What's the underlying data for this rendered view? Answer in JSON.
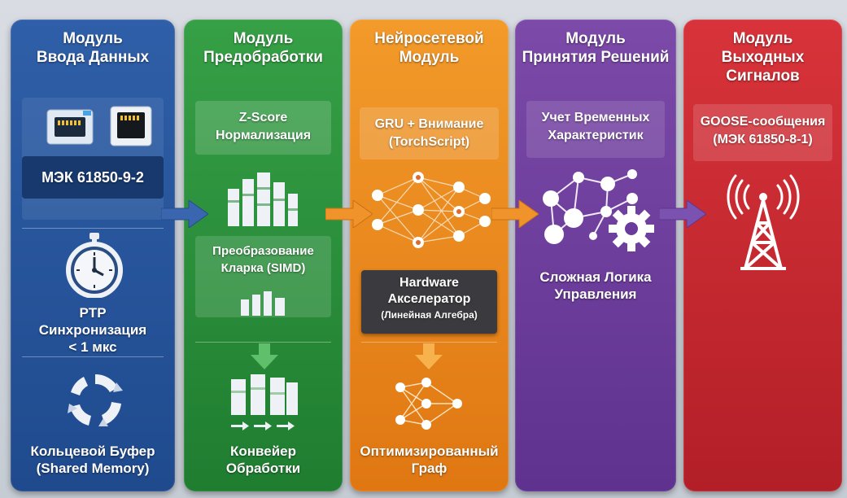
{
  "columns": [
    {
      "title_line1": "Модуль",
      "title_line2": "Ввода Данных",
      "color": "#2a5aa0"
    },
    {
      "title_line1": "Модуль",
      "title_line2": "Предобработки",
      "color": "#2f9a40"
    },
    {
      "title_line1": "Нейросетевой",
      "title_line2": "Модуль",
      "color": "#ef8c1f"
    },
    {
      "title_line1": "Модуль",
      "title_line2": "Принятия Решений",
      "color": "#6e3f9e"
    },
    {
      "title_line1": "Модуль",
      "title_line2": "Выходных Сигналов",
      "color": "#c8282f"
    }
  ],
  "input": {
    "protocol": "МЭК 61850-9-2",
    "ptp_line1": "PTP",
    "ptp_line2": "Синхронизация",
    "ptp_line3": "< 1 мкс",
    "buffer_line1": "Кольцевой Буфер",
    "buffer_line2": "(Shared Memory)",
    "icons": [
      "network-port-icon",
      "ethernet-jack-icon",
      "stopwatch-icon",
      "ring-buffer-icon"
    ]
  },
  "preprocessing": {
    "zscore_line1": "Z-Score",
    "zscore_line2": "Нормализация",
    "clarke_line1": "Преобразование",
    "clarke_line2": "Кларка (SIMD)",
    "pipeline_line1": "Конвейер",
    "pipeline_line2": "Обработки",
    "icons": [
      "data-columns-icon",
      "simd-columns-icon",
      "pipeline-icon"
    ]
  },
  "neural": {
    "gru_line1": "GRU + Внимание",
    "gru_line2": "(TorchScript)",
    "hw_line1": "Hardware",
    "hw_line2": "Акселератор",
    "hw_line3": "(Линейная Алгебра)",
    "graph_line1": "Оптимизированный",
    "graph_line2": "Граф",
    "icons": [
      "neural-network-icon",
      "optimized-graph-icon"
    ]
  },
  "decision": {
    "temporal_line1": "Учет Временных",
    "temporal_line2": "Характеристик",
    "logic_line1": "Сложная Логика",
    "logic_line2": "Управления",
    "icons": [
      "logic-network-icon",
      "gear-icon"
    ]
  },
  "output": {
    "goose_line1": "GOOSE-сообщения",
    "goose_line2": "(МЭК 61850-8-1)",
    "icons": [
      "radio-tower-icon"
    ]
  },
  "flow_arrow_colors": [
    "#3a66b0",
    "#f0932a",
    "#f0932a",
    "#7b52b0"
  ]
}
